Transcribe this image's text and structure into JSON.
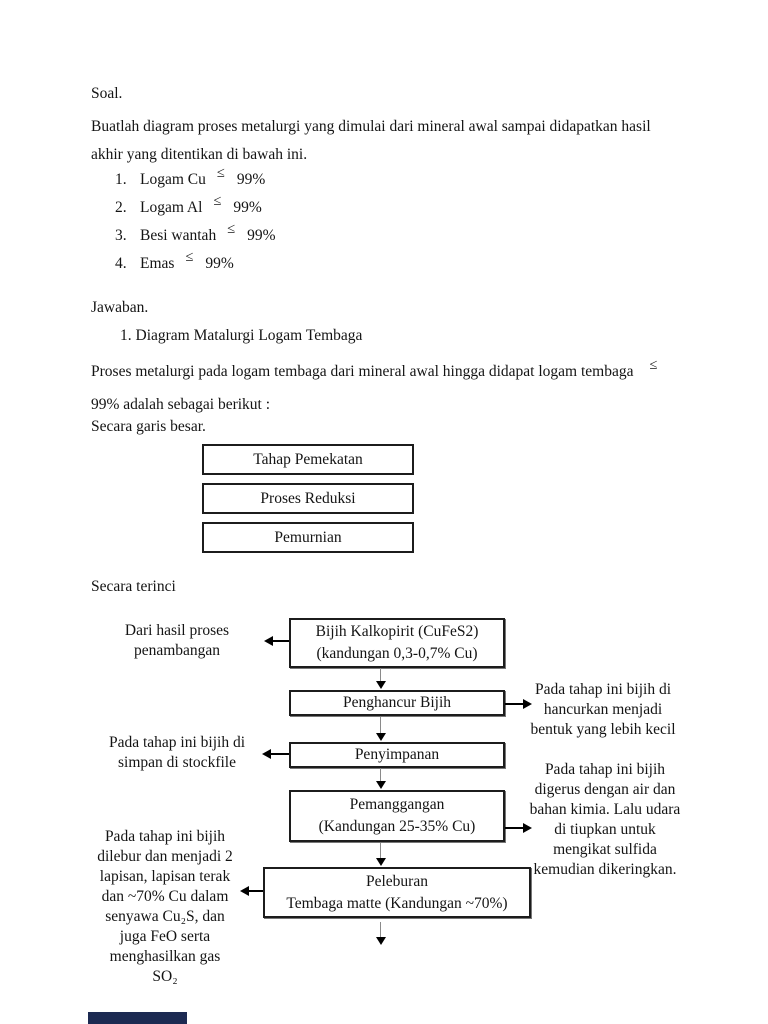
{
  "doc": {
    "soal_heading": "Soal.",
    "soal_paragraph": "Buatlah diagram proses metalurgi yang dimulai dari mineral awal sampai didapatkan hasil\nakhir yang ditentikan di bawah ini.",
    "requirements": [
      {
        "num": "1.",
        "label": "Logam Cu",
        "op": "≤",
        "value": "99%"
      },
      {
        "num": "2.",
        "label": "Logam Al",
        "op": "≤",
        "value": "99%"
      },
      {
        "num": "3.",
        "label": "Besi wantah",
        "op": "≤",
        "value": "99%"
      },
      {
        "num": "4.",
        "label": "Emas",
        "op": "≤",
        "value": "99%"
      }
    ],
    "jawaban_heading": "Jawaban.",
    "answer_item": "1. Diagram Matalurgi Logam Tembaga",
    "proses": {
      "line1": "Proses metalurgi pada logam tembaga dari mineral awal hingga didapat logam tembaga",
      "op": "≤",
      "line2": "99% adalah sebagai berikut :"
    },
    "garis_besar_label": "Secara garis besar.",
    "stages": [
      "Tahap Pemekatan",
      "Proses Reduksi",
      "Pemurnian"
    ],
    "terinci_label": "Secara terinci"
  },
  "flowchart": {
    "nodes": [
      {
        "title": "Bijih Kalkopirit (CuFeS2)",
        "subtitle": "(kandungan 0,3-0,7% Cu)"
      },
      {
        "title": "Penghancur Bijih",
        "subtitle": ""
      },
      {
        "title": "Penyimpanan",
        "subtitle": ""
      },
      {
        "title": "Pemanggangan",
        "subtitle": "(Kandungan 25-35% Cu)"
      },
      {
        "title": "Peleburan",
        "subtitle": "Tembaga matte (Kandungan ~70%)"
      }
    ],
    "annotations": {
      "penambangan": "Dari hasil proses\npenambangan",
      "penghancuran": "Pada tahap ini bijih di\nhancurkan menjadi\nbentuk yang lebih kecil",
      "penyimpanan": "Pada tahap ini bijih di\nsimpan di stockfile",
      "pemanggangan": "Pada tahap ini bijih\ndigerus dengan air dan\nbahan kimia. Lalu udara\ndi tiupkan untuk\nmengikat sulfida\nkemudian dikeringkan.",
      "peleburan": "Pada tahap ini bijih\ndilebur dan menjadi 2\nlapisan, lapisan terak\ndan ~70% Cu dalam\nsenyawa Cu₂S, dan\njuga FeO serta\nmenghasilkan gas\nSO₂"
    }
  },
  "colors": {
    "border": "#1c1c1c",
    "footer_bar": "#1c2a52"
  }
}
